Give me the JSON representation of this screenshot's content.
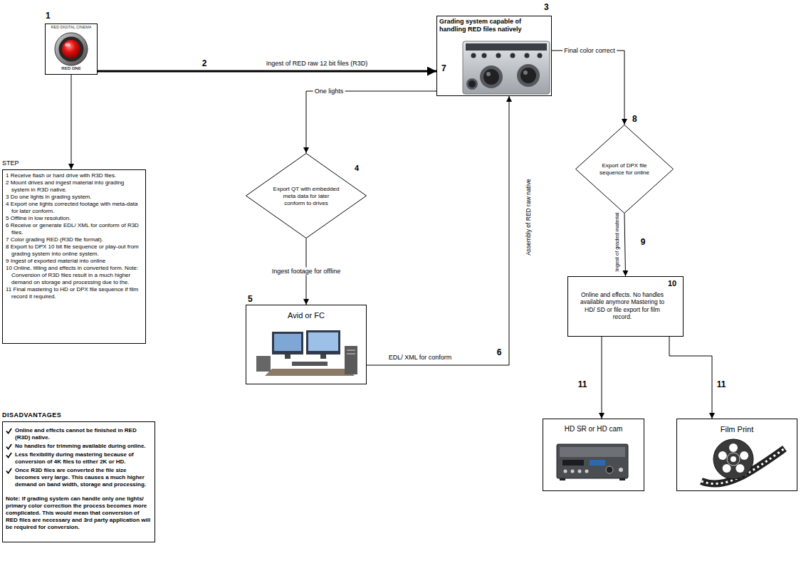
{
  "diagram": {
    "nodes": [
      {
        "text": [
          "1",
          "RED DIGITAL CINEMA",
          "RED ONE"
        ]
      },
      {
        "text": [
          "3",
          "Grading system capable of handling RED files natively",
          "7"
        ]
      },
      {
        "text": [
          "STEP",
          "1 Receive flash or hard drive with R3D files.",
          "2 Mount drives and ingest material into grading system in R3D native.",
          "3 Do one lights in grading system.",
          "4 Export one lights corrected footage with meta-data for later conform.",
          "5 Offline in low resolution.",
          "6 Receive or generate EDL/ XML for conform of R3D files.",
          "7 Color grading RED (R3D file format).",
          "8 Export to DPX 10 bit file sequence or play-out from grading system into online system.",
          "9 Ingest of exported material into online",
          "10 Online, titling and effects in converted form. Note: Conversion of R3D files result in a much higher demand on storage and processing due to the.",
          "11 Final mastering to HD or DPX file sequence if film record it required."
        ]
      },
      {
        "text": [
          "4",
          "Export QT with embedded meta data for later conform to drives"
        ]
      },
      {
        "text": [
          "5",
          "Avid or FC"
        ]
      },
      {
        "text": [
          "8",
          "Export of DPX file sequence for online"
        ]
      },
      {
        "text": [
          "10",
          "Online and effects. No handles available anymore Mastering to HD/ SD or file export for film record."
        ]
      },
      {
        "text": [
          "HD SR or HD cam"
        ]
      },
      {
        "text": [
          "Film Print"
        ]
      },
      {
        "text": [
          "DISADVANTAGES",
          "Online and effects cannot be finished in RED (R3D) native.",
          "No handles for trimming available during online.",
          "Less flexibility during mastering because of conversion of 4K files to either 2K or HD.",
          "Once R3D files are converted the file size becomes very large. This causes a much higher demand on band width, storage and processing.",
          "Note: If grading system can handle only one lights/ primary color correction the process becomes more complicated. This would mean that conversion of RED files are necessary and 3rd party application will be required for conversion."
        ]
      }
    ],
    "edges": [
      {
        "from": 0,
        "to": 1,
        "label": "Ingest of RED raw 12 bit files (R3D)",
        "arrow": "to"
      },
      {
        "from": 0,
        "to": 2,
        "arrow": "to"
      },
      {
        "from": 1,
        "to": 3,
        "label": "One lights",
        "arrow": "to"
      },
      {
        "from": 3,
        "to": 4,
        "label": "Ingest footage for offline",
        "arrow": "to"
      },
      {
        "from": 4,
        "to": 1,
        "label": "EDL/ XML for conform",
        "arrow": "to"
      },
      {
        "from": 1,
        "to": 5,
        "label": "Final color correct",
        "arrow": "to"
      },
      {
        "from": 5,
        "to": 6,
        "label": "Ingest of graded material",
        "arrow": "to"
      },
      {
        "from": 6,
        "to": 7,
        "arrow": "to"
      },
      {
        "from": 6,
        "to": 8,
        "arrow": "to"
      }
    ],
    "labels": [
      "2",
      "6",
      "Assembly of RED raw native",
      "9",
      "11",
      "11"
    ]
  }
}
